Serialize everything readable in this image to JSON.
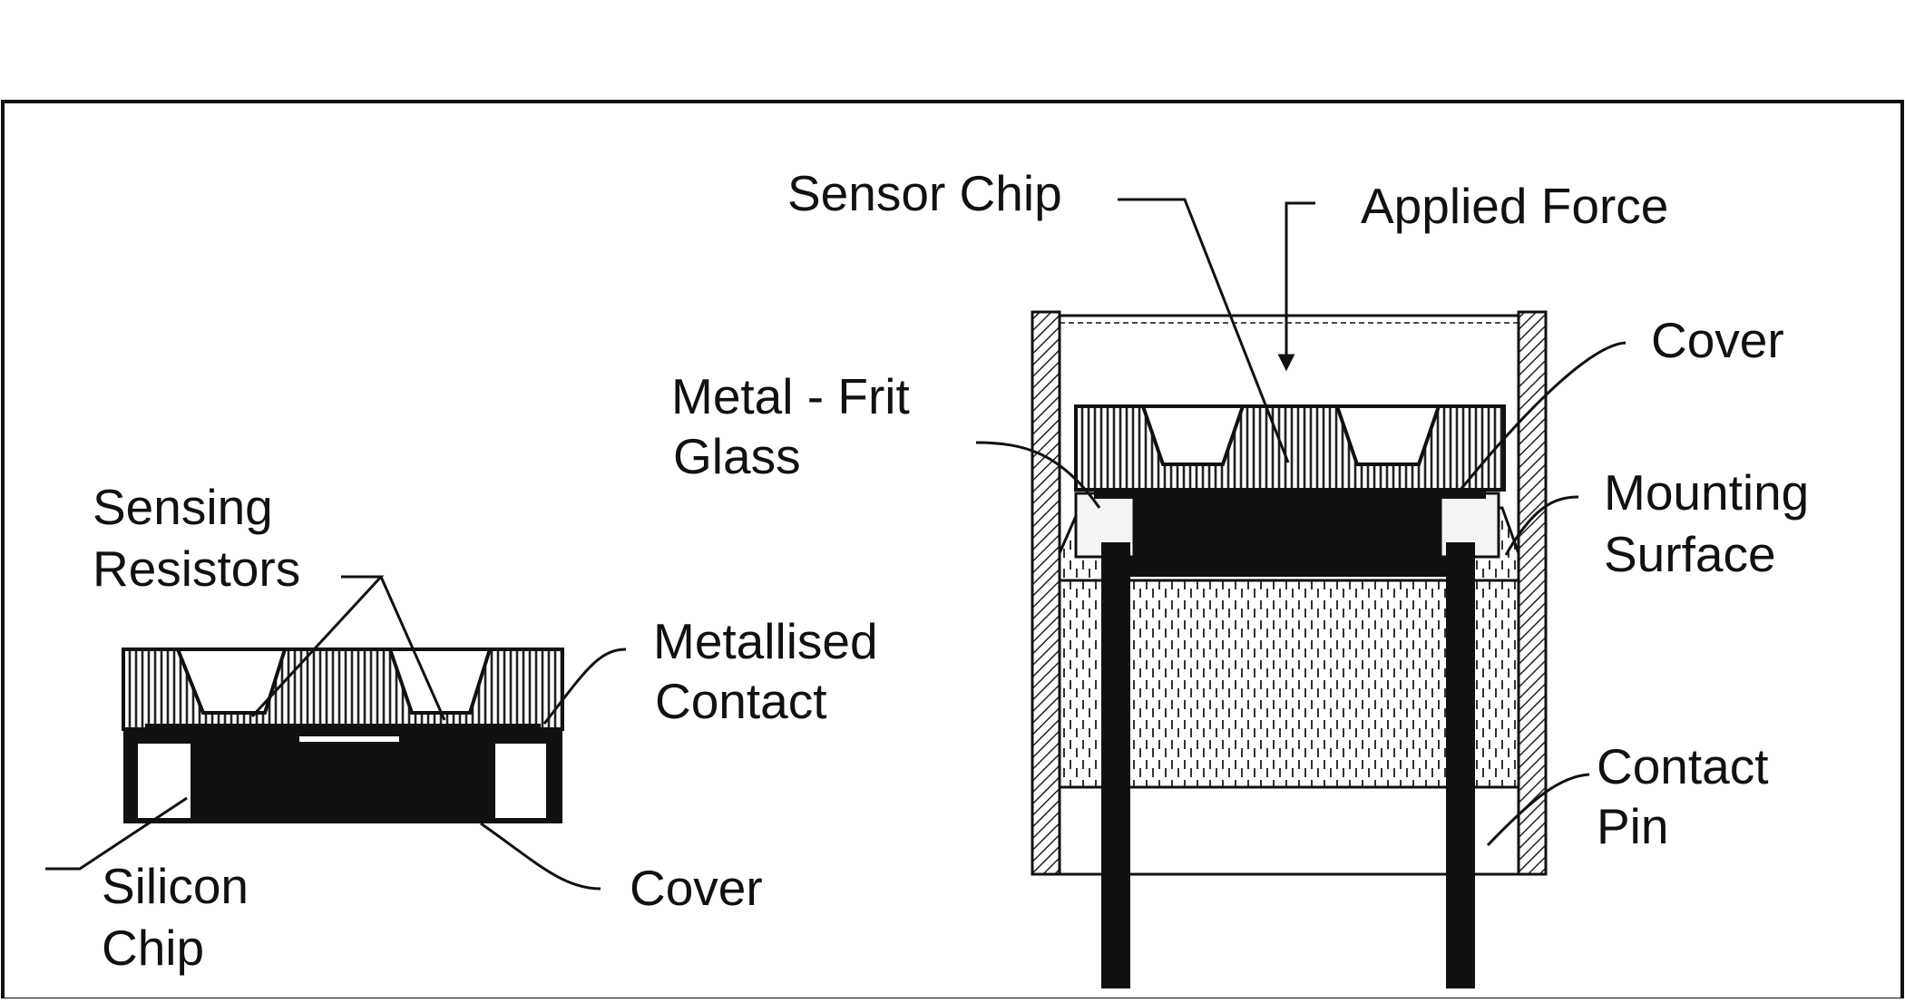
{
  "labels": {
    "sensor_chip": "Sensor Chip",
    "applied_force": "Applied Force",
    "cover_right": "Cover",
    "metal_frit_line1": "Metal - Frit",
    "metal_frit_line2": "Glass",
    "mounting_line1": "Mounting",
    "mounting_line2": "Surface",
    "contact_pin_line1": "Contact",
    "contact_pin_line2": "Pin",
    "sensing_line1": "Sensing",
    "sensing_line2": "Resistors",
    "metallised_line1": "Metallised",
    "metallised_line2": "Contact",
    "silicon_line1": "Silicon",
    "silicon_line2": "Chip",
    "cover_left": "Cover"
  }
}
